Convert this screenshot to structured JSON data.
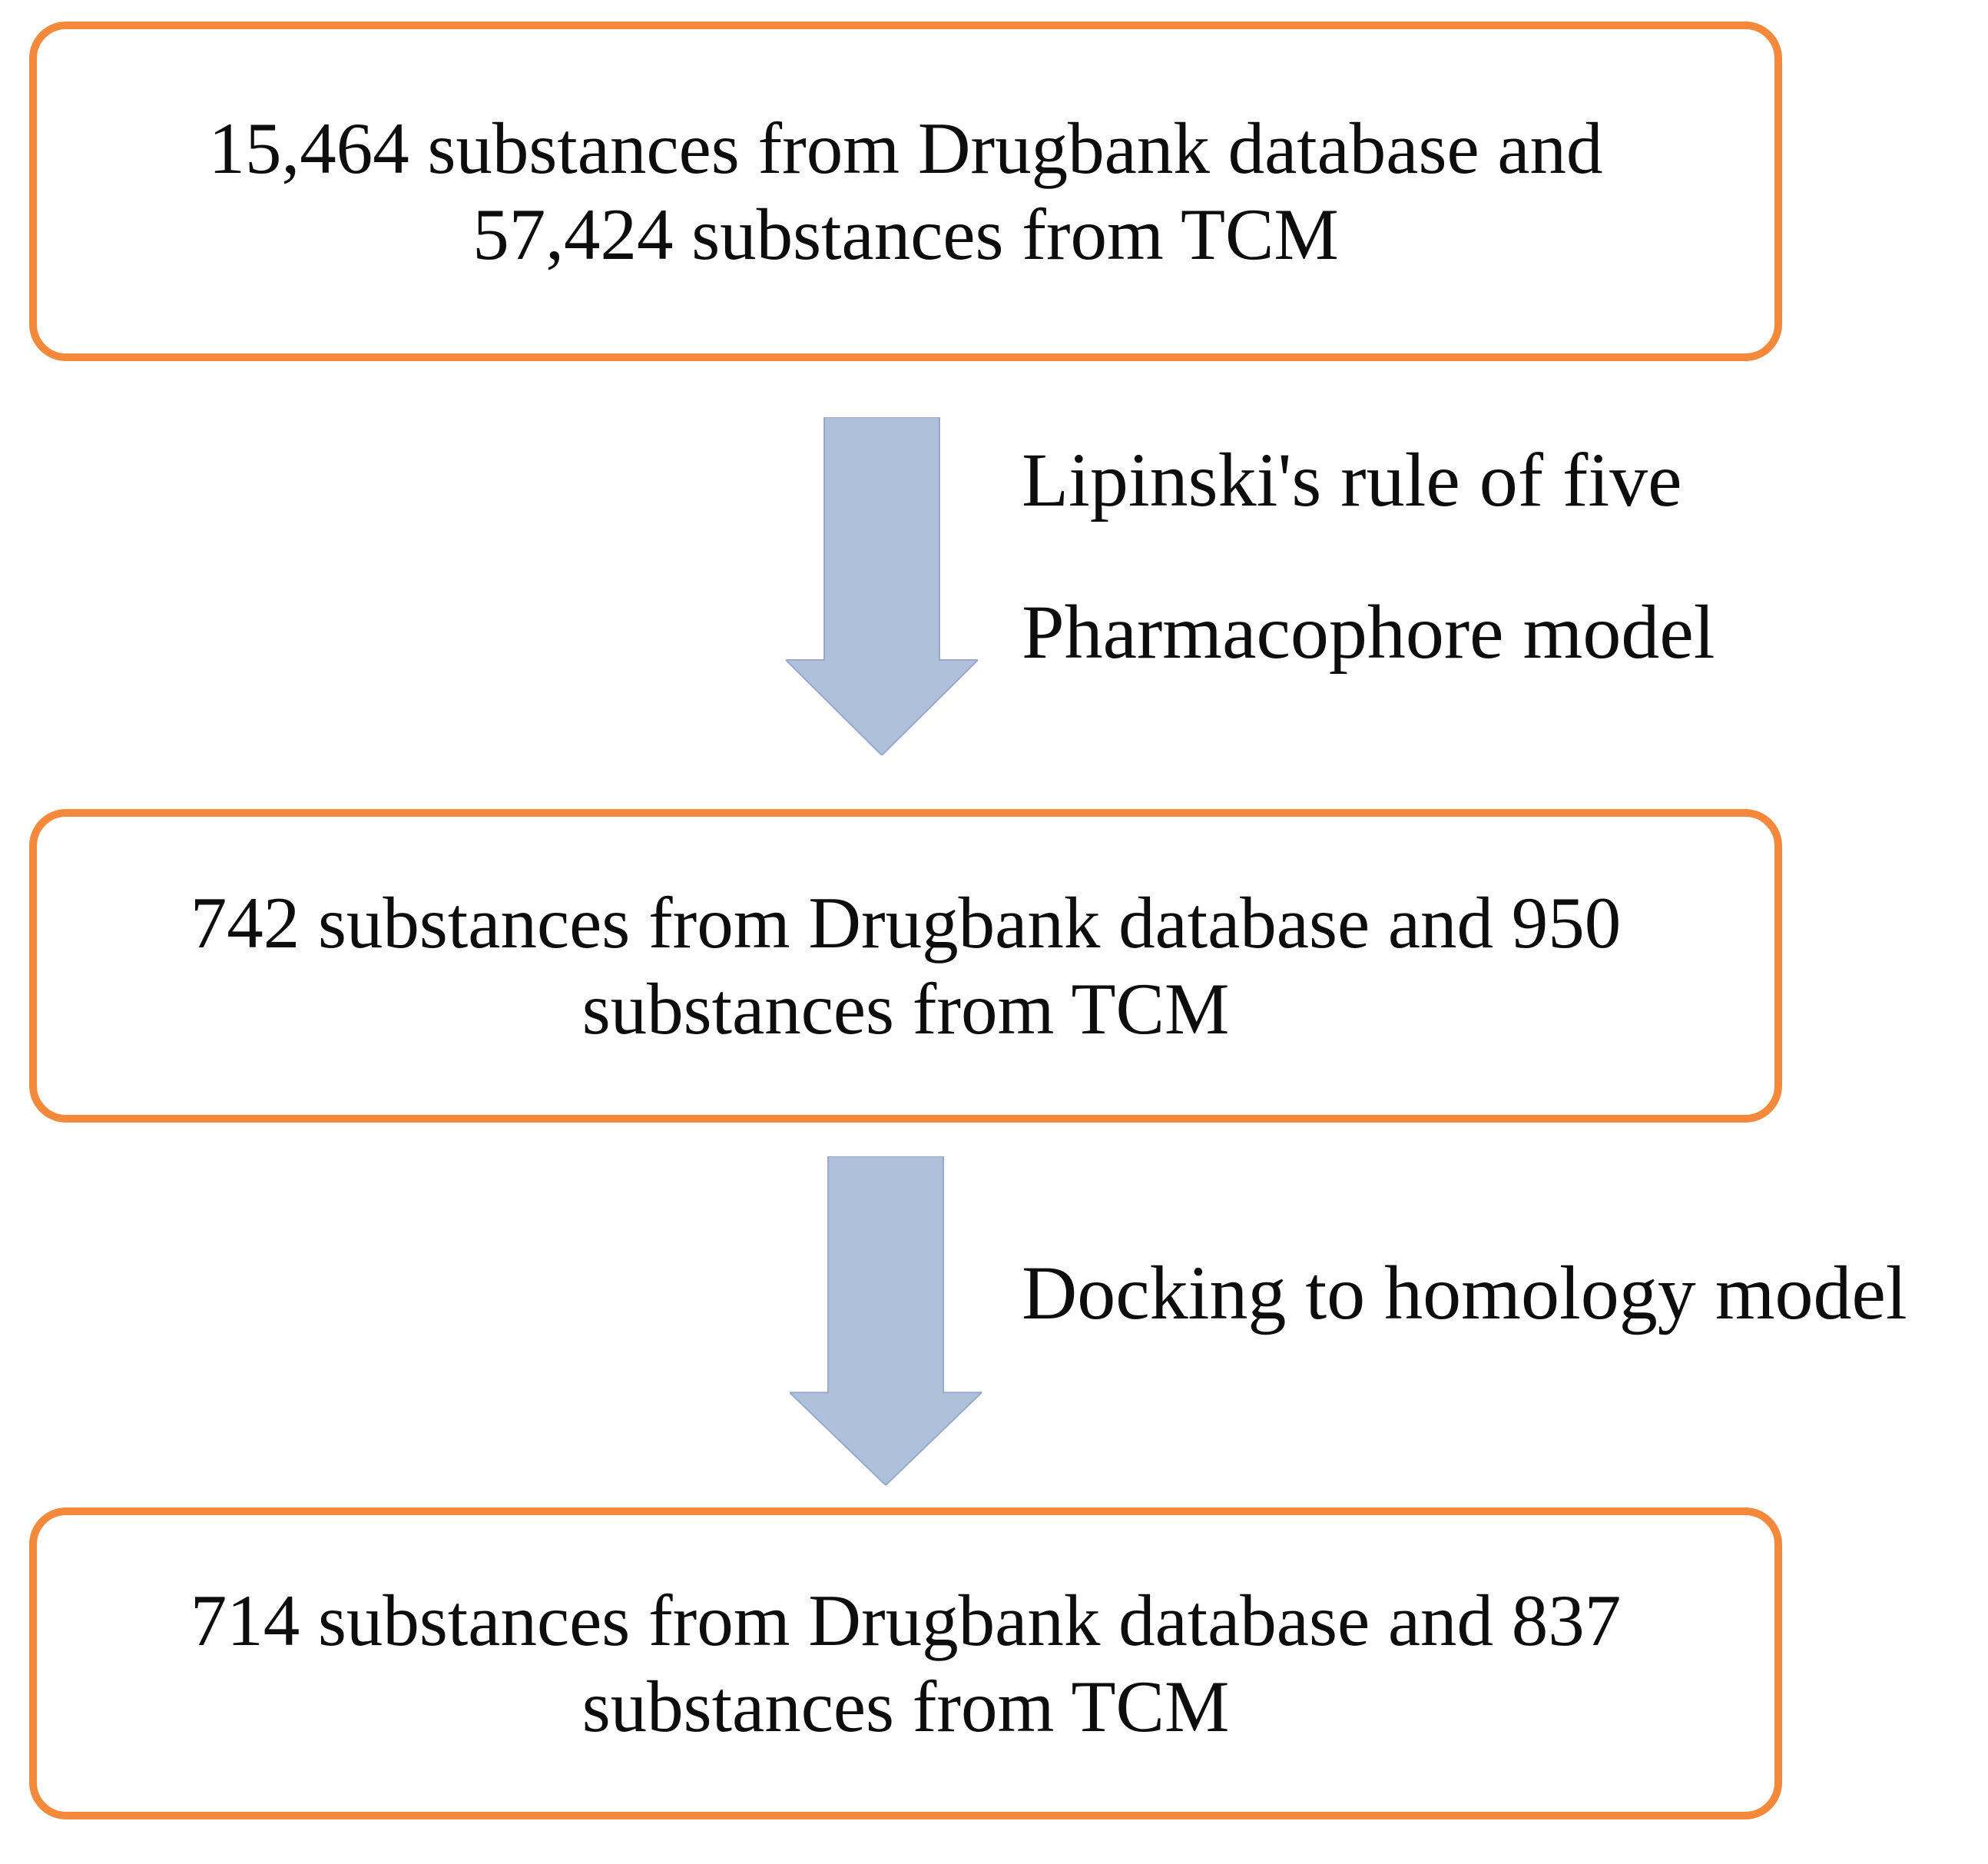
{
  "accent_colors": {
    "box_border": "#F5893B",
    "arrow_fill": "#AFC0DB",
    "arrow_edge": "#97A9CC",
    "text": "#0d0d0d"
  },
  "flowchart": {
    "boxes": [
      {
        "line1": "15,464 substances from Drugbank database and",
        "line2": "57,424 substances from TCM"
      },
      {
        "line1": "742 substances from Drugbank database and 950",
        "line2": "substances from TCM"
      },
      {
        "line1": "714 substances from Drugbank database and 837",
        "line2": "substances from TCM"
      }
    ],
    "arrows": [
      {
        "label1": "Lipinski's rule of five",
        "label2": "Pharmacophore model"
      },
      {
        "label1": "Docking to homology model"
      }
    ]
  }
}
